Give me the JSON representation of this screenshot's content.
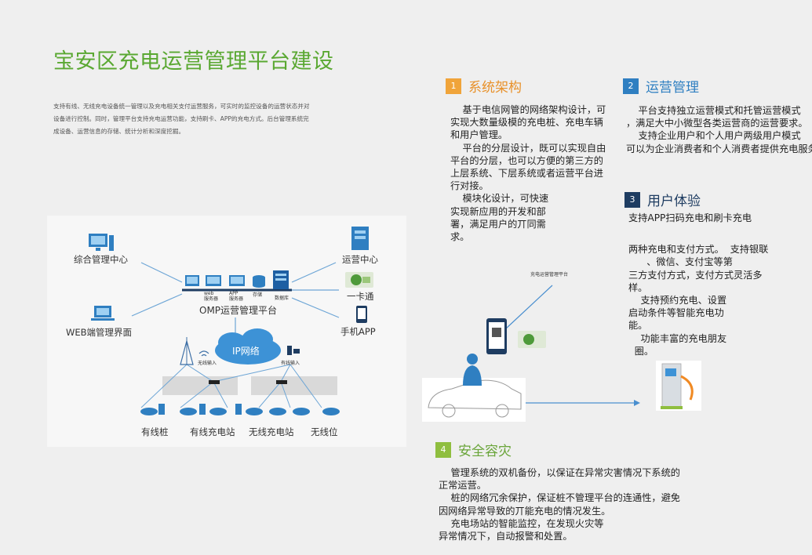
{
  "title": "宝安区充电运营管理平台建设",
  "intro": [
    "支持有线、无线充电设备统一管理以及充电相关支付运营服务，可实时的监控设备的运营状态并对",
    "设备进行控制。同时，管理平台支持充电运营功能，支持刷卡、APP的充电方式。后台管理系统完",
    "成设备、运营信息的存储、统计分析和深度挖掘。"
  ],
  "diagram": {
    "left_labels": [
      "综合管理中心",
      "WEB端管理界面"
    ],
    "right_labels": [
      "运营中心",
      "一卡通",
      "手机APP"
    ],
    "platform_label": "OMP运营管理平台",
    "servers": [
      "web\n服务器",
      "APP\n服务器",
      "存储",
      "数据库"
    ],
    "cloud_label": "IP网络",
    "wireless_in": "无线输入",
    "wired_in": "有线输入",
    "bottom_labels": [
      "有线桩",
      "有线充电站",
      "无线充电站",
      "无线位"
    ]
  },
  "sections": {
    "s1": {
      "num": "1",
      "title": "系统架构",
      "lines": [
        "    基于电信网管的网络架构设计，可",
        "实现大数量级模的充电桩、充电车辆",
        "和用户管理。",
        "    平台的分层设计，既可以实现自由",
        "平台的分层，也可以方便的第三方的",
        "上层系统、下层系统或者运营平台进",
        "行对接。",
        "    模块化设计，可快速",
        "实现新应用的开发和部",
        "署，满足用户的丌同需",
        "求。"
      ]
    },
    "s2": {
      "num": "2",
      "title": "运营管理",
      "lines": [
        "    平台支持独立运营模式和托管运营模式",
        "，满足大中小微型各类运营商的运营要求。",
        "    支持企业用户和个人用户两级用户模式",
        "可以为企业消费者和个人消费者提供充电服务。"
      ]
    },
    "s3": {
      "num": "3",
      "title": "用户体验",
      "lines": [
        "支持APP扫码充电和刷卡充电",
        "",
        "两种充电和支付方式。  支持银联",
        "      、微信、支付宝等第",
        "三方支付方式，支付方式灵活多",
        "样。",
        "    支持预约充电、设置",
        "启动条件等智能充电功",
        "能。",
        "    功能丰富的充电朋友",
        "  圈。"
      ]
    },
    "s4": {
      "num": "4",
      "title": "安全容灾",
      "lines": [
        "    管理系统的双机备份，以保证在异常灾害情况下系统的",
        "正常运营。",
        "    桩的网络冗余保护，保证桩不管理平台的连通性，避免",
        "因网络异常导致的丌能充电的情况发生。",
        "    充电场站的智能监控，在发现火灾等",
        "异常情况下，自动报警和处置。"
      ]
    }
  },
  "photo_label": "充电运营管理平台"
}
